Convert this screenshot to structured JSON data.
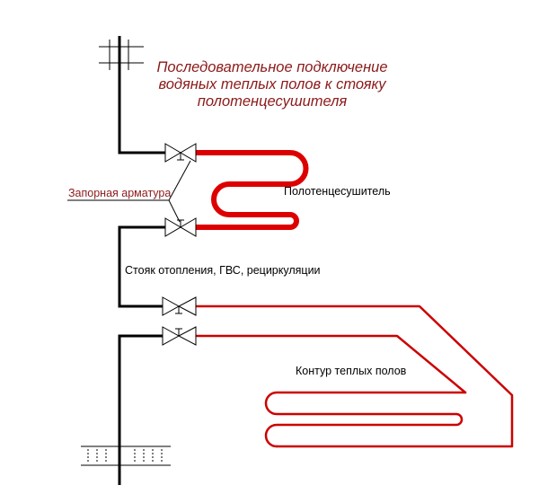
{
  "title": {
    "line1": "Последовательное подключение",
    "line2": "водяных теплых полов к стояку",
    "line3": "полотенцесушителя"
  },
  "labels": {
    "valves": "Запорная арматура",
    "towel_dryer": "Полотенцесушитель",
    "riser": "Стояк отопления, ГВС, рециркуляции",
    "floor_loop": "Контур теплых полов"
  },
  "colors": {
    "riser_pipe": "#000000",
    "hot_pipe": "#cc0000",
    "title_text": "#8b1a1a",
    "label_text": "#000000"
  }
}
